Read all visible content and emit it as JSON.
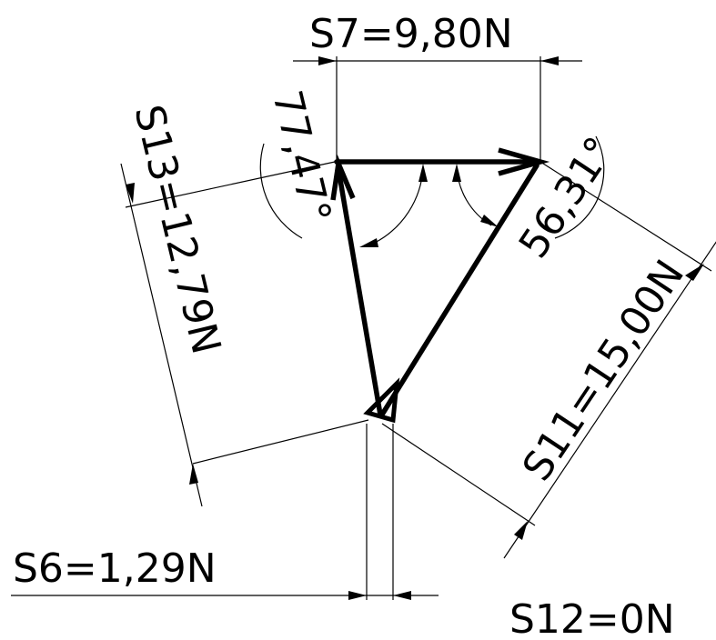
{
  "labels": {
    "s7": "S7=9,80N",
    "s13": "S13=12,79N",
    "s11": "S11=15,00N",
    "s6": "S6=1,29N",
    "s12": "S12=0N",
    "angle_left": "77,47°",
    "angle_right": "56,31°"
  },
  "colors": {
    "line": "#000000",
    "background": "#ffffff"
  }
}
